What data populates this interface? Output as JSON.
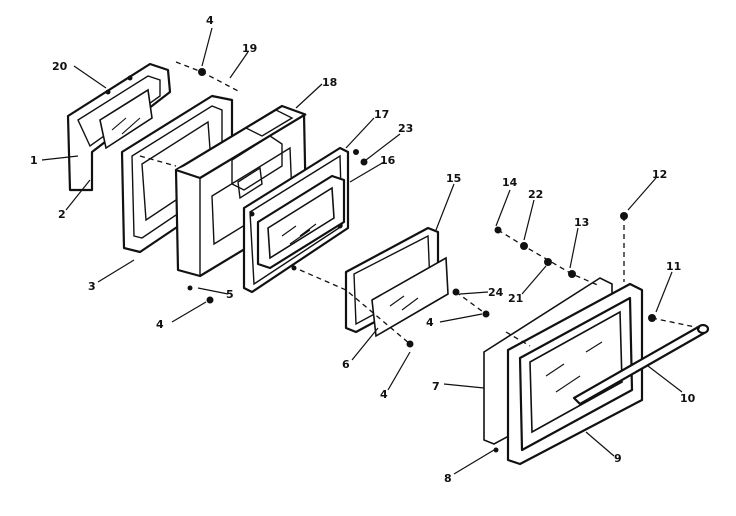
{
  "diagram": {
    "callouts": [
      "20",
      "19",
      "18",
      "17",
      "23",
      "16",
      "4",
      "1",
      "2",
      "3",
      "5",
      "15",
      "14",
      "22",
      "12",
      "13",
      "11",
      "21",
      "24",
      "6",
      "7",
      "10",
      "9",
      "8"
    ]
  }
}
